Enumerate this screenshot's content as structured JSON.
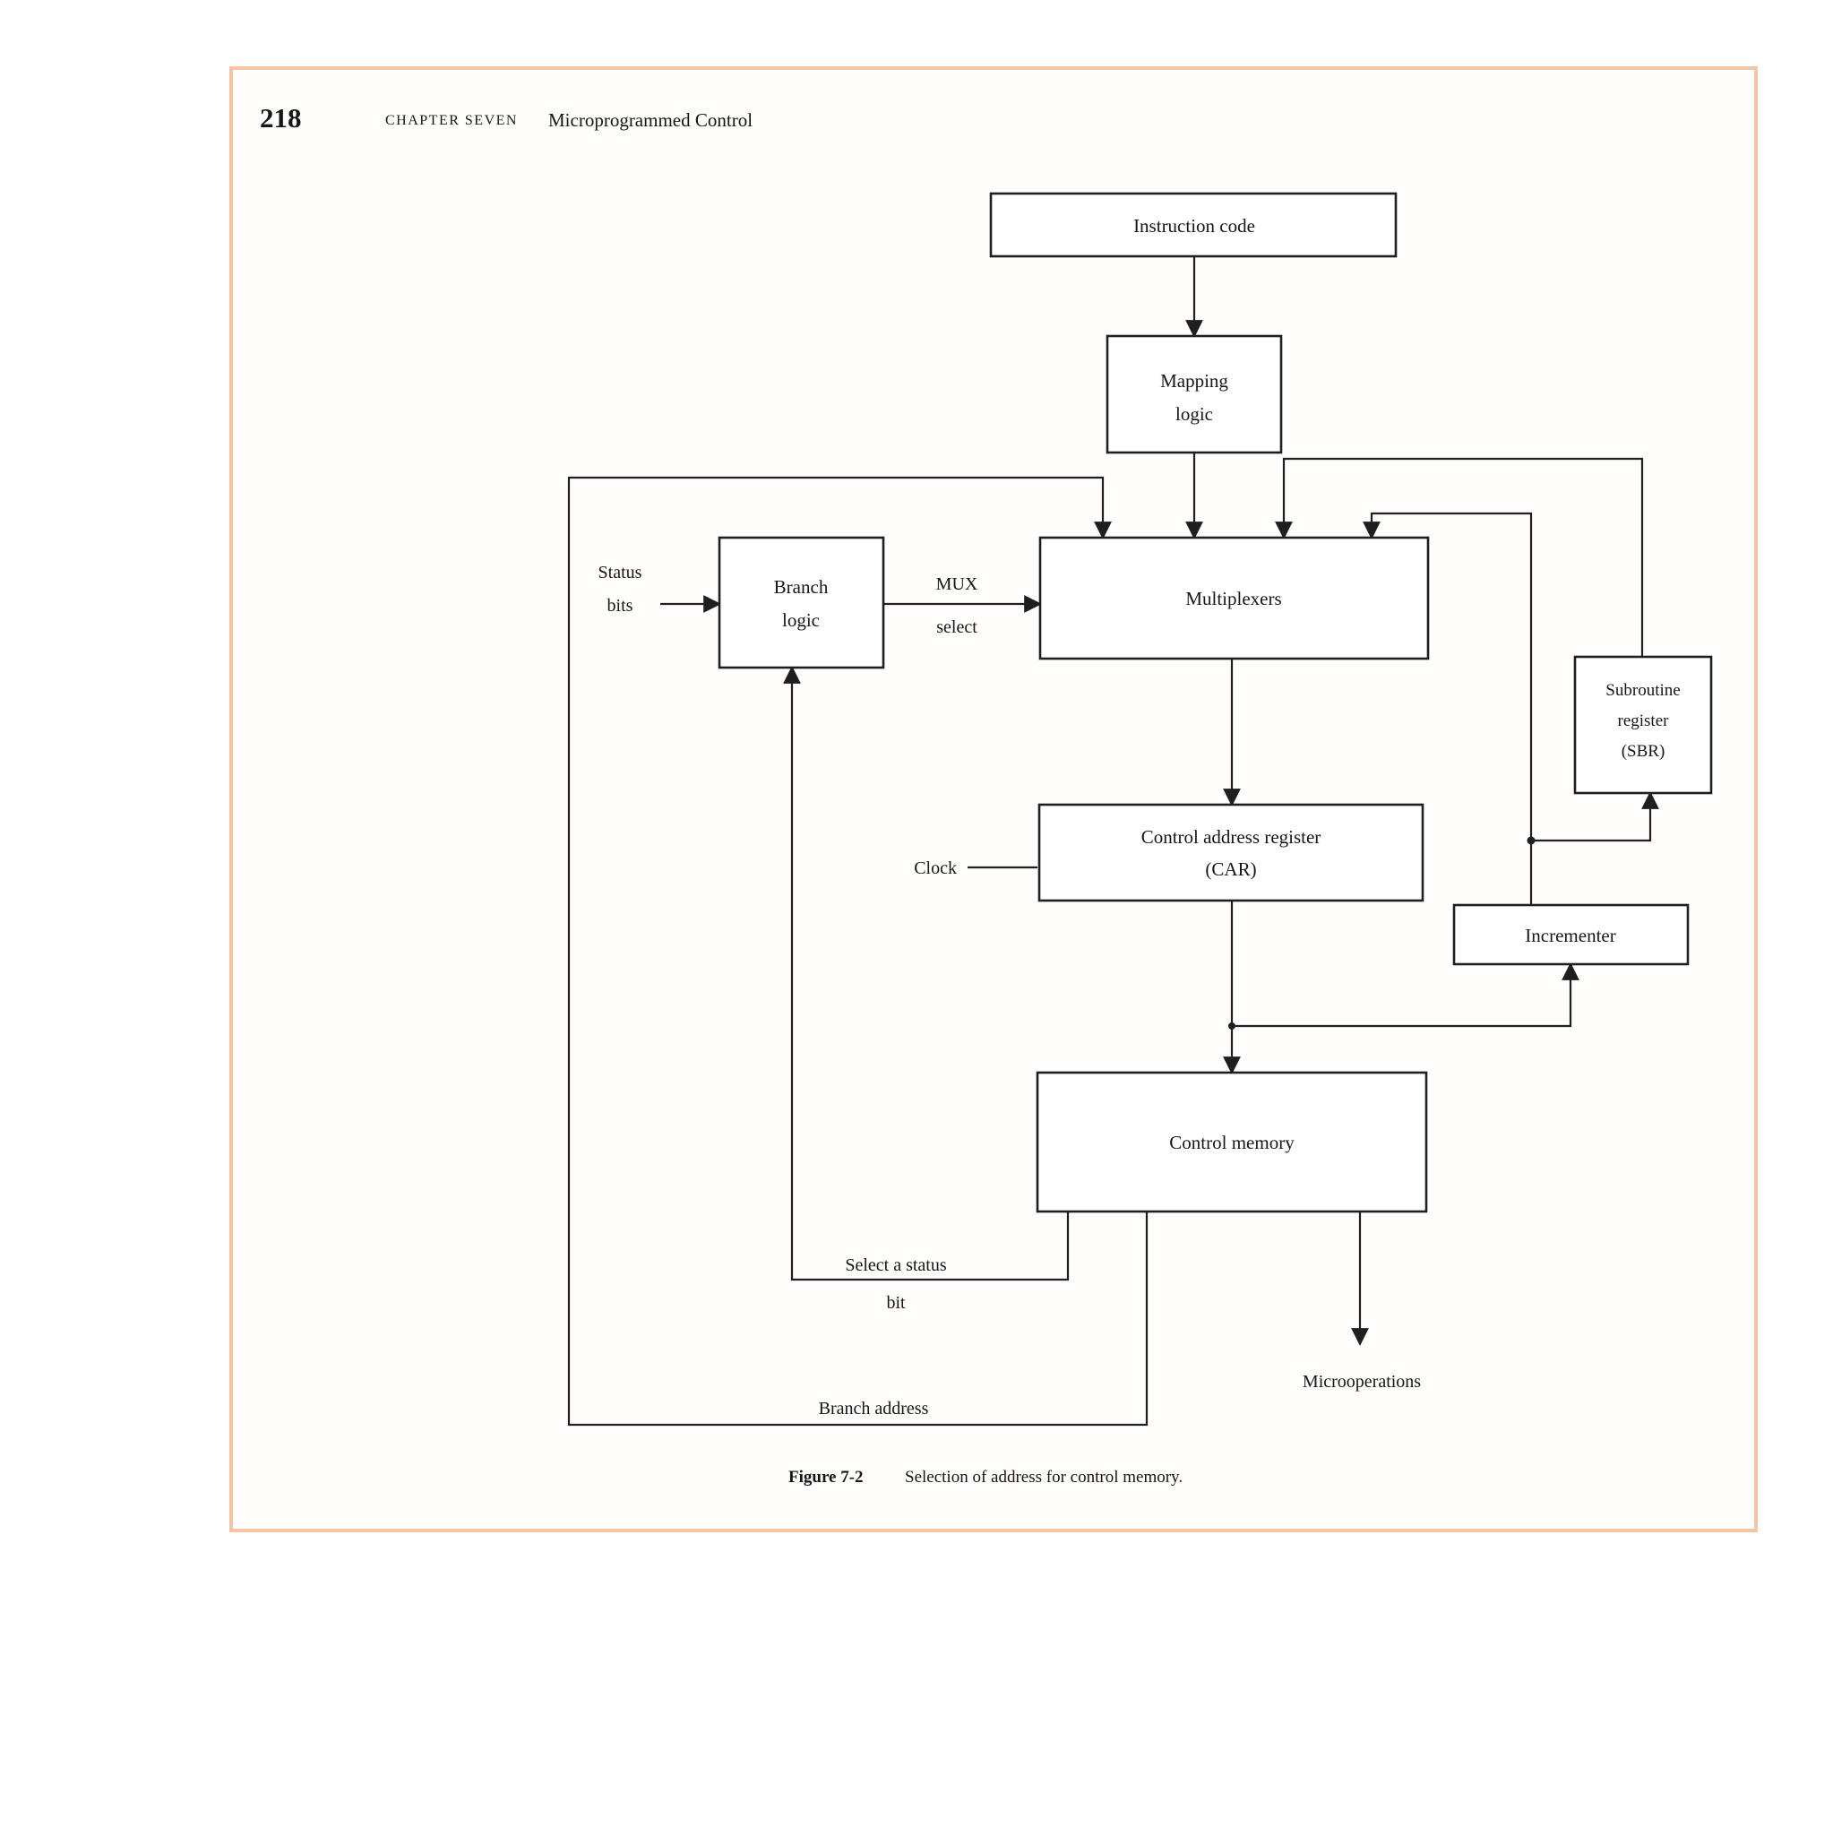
{
  "header": {
    "page_number": "218",
    "chapter_label": "CHAPTER SEVEN",
    "chapter_title": "Microprogrammed Control"
  },
  "boxes": {
    "instruction_code": {
      "label": "Instruction code"
    },
    "mapping_logic": {
      "line1": "Mapping",
      "line2": "logic"
    },
    "branch_logic": {
      "line1": "Branch",
      "line2": "logic"
    },
    "multiplexers": {
      "label": "Multiplexers"
    },
    "subroutine_register": {
      "line1": "Subroutine",
      "line2": "register",
      "line3": "(SBR)"
    },
    "control_address_register": {
      "line1": "Control address register",
      "line2": "(CAR)"
    },
    "incrementer": {
      "label": "Incrementer"
    },
    "control_memory": {
      "label": "Control memory"
    }
  },
  "labels": {
    "status_bits_line1": "Status",
    "status_bits_line2": "bits",
    "mux_select_line1": "MUX",
    "mux_select_line2": "select",
    "clock": "Clock",
    "select_status_line1": "Select a status",
    "select_status_line2": "bit",
    "branch_address": "Branch address",
    "microoperations": "Microoperations"
  },
  "caption": {
    "label": "Figure 7-2",
    "text": "Selection of address for control memory."
  },
  "colors": {
    "page_border": "#f2c5a4",
    "ink": "#1f1f1f"
  }
}
